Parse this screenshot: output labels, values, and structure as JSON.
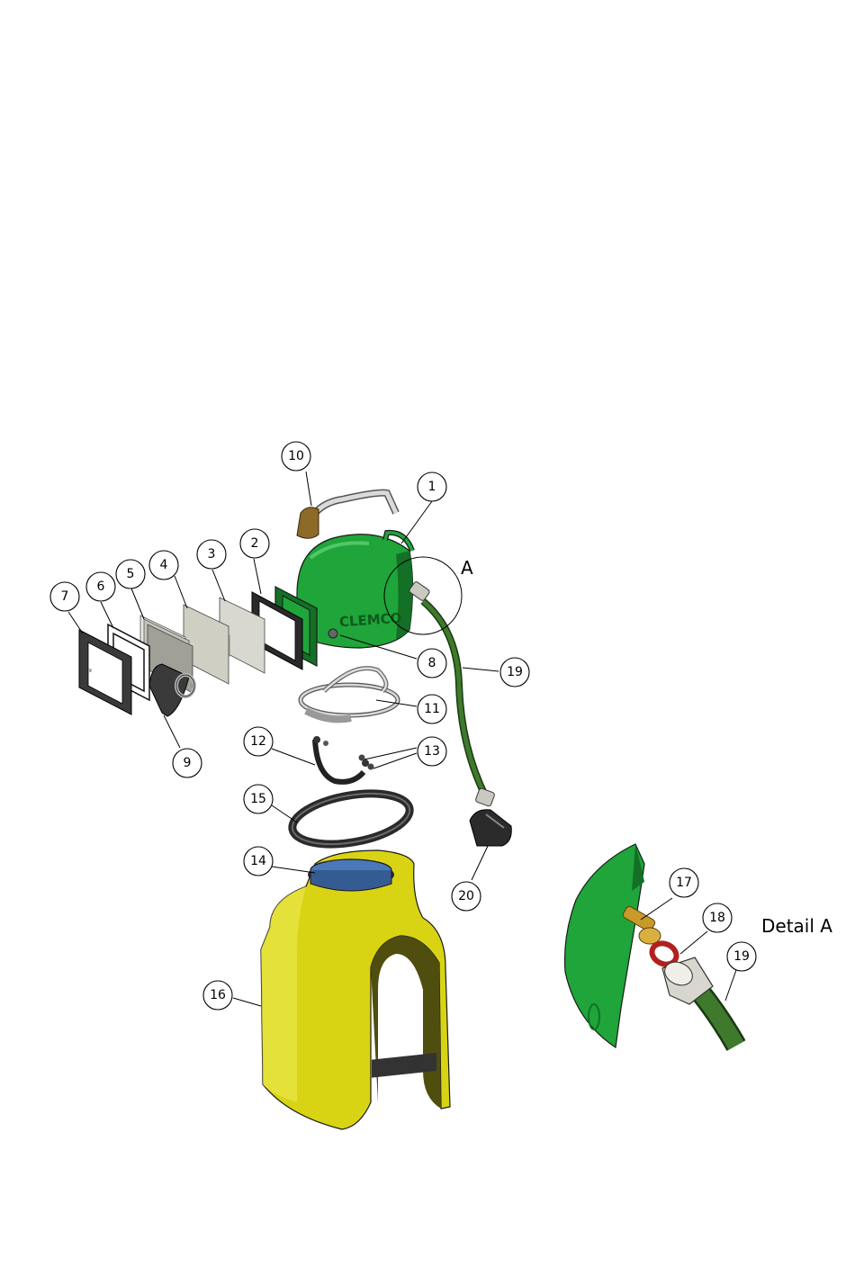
{
  "brand_text": "CLEMCO",
  "detail_marker": "A",
  "detail_title": "Detail A",
  "colors": {
    "helmet_green": "#1fa53a",
    "helmet_dark": "#137026",
    "hose_green": "#3f7a2c",
    "cape_yellow": "#d8d414",
    "cape_shadow": "#4f4e0e",
    "lens_gray": "#cfcfc4",
    "collar_blue": "#4b78b8",
    "fitting_brass": "#c79a2a",
    "oring_red": "#b21f1f",
    "nut_gray": "#d7d7cf"
  },
  "callouts": [
    {
      "label": "1"
    },
    {
      "label": "2"
    },
    {
      "label": "3"
    },
    {
      "label": "4"
    },
    {
      "label": "5"
    },
    {
      "label": "6"
    },
    {
      "label": "7"
    },
    {
      "label": "8"
    },
    {
      "label": "9"
    },
    {
      "label": "10"
    },
    {
      "label": "11"
    },
    {
      "label": "12"
    },
    {
      "label": "13"
    },
    {
      "label": "14"
    },
    {
      "label": "15"
    },
    {
      "label": "16"
    },
    {
      "label": "17"
    },
    {
      "label": "18"
    },
    {
      "label": "19"
    },
    {
      "label": "19"
    },
    {
      "label": "20"
    }
  ]
}
